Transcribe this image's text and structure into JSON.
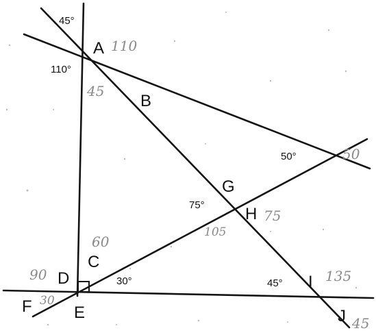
{
  "points": {
    "A": "A",
    "B": "B",
    "C": "C",
    "D": "D",
    "E": "E",
    "F": "F",
    "G": "G",
    "H": "H",
    "I": "I",
    "J": "J"
  },
  "printed_angles": {
    "top_of_A": "45°",
    "left_of_A": "110°",
    "near_line_end_right": "50°",
    "left_of_H": "75°",
    "right_of_E": "30°",
    "left_of_I": "45°"
  },
  "handwritten_answers": {
    "by_A": "110",
    "below_A": "45",
    "right_end": "50",
    "by_H": "75",
    "below_H": "105",
    "above_C": "60",
    "by_D": "90",
    "by_F": "30",
    "by_I": "135",
    "by_J": "45"
  },
  "colors": {
    "ink": "#141414",
    "pencil": "#8a8a8a"
  }
}
